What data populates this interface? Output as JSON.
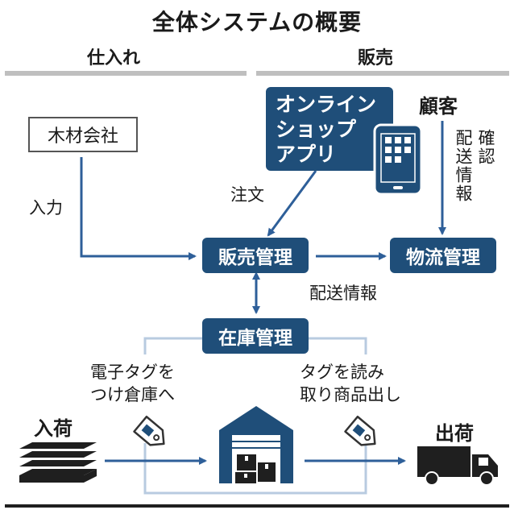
{
  "title": "全体システムの概要",
  "sections": {
    "purchasing": "仕入れ",
    "sales": "販売"
  },
  "nodes": {
    "lumber_company": "木材会社",
    "online_shop_app": [
      "オンライン",
      "ショップ",
      "アプリ"
    ],
    "customer": "顧客",
    "sales_management": "販売管理",
    "logistics_management": "物流管理",
    "inventory_management": "在庫管理",
    "inbound": "入荷",
    "outbound": "出荷"
  },
  "edge_labels": {
    "input": "入力",
    "order": "注文",
    "delivery_confirmation": [
      "確認",
      "配送情報"
    ],
    "delivery_info": "配送情報",
    "tag_attach": [
      "電子タグを",
      "つけ倉庫へ"
    ],
    "tag_read": [
      "タグを読み",
      "取り商品出し"
    ]
  },
  "colors": {
    "accent": "#1f4e79",
    "arrow": "#2e5f99",
    "line_gray": "#b8cbe0",
    "rule_gray": "#bfbfbf"
  },
  "icons": [
    "smartphone-icon",
    "tag-icon",
    "lumber-stack-icon",
    "warehouse-icon",
    "truck-icon"
  ]
}
